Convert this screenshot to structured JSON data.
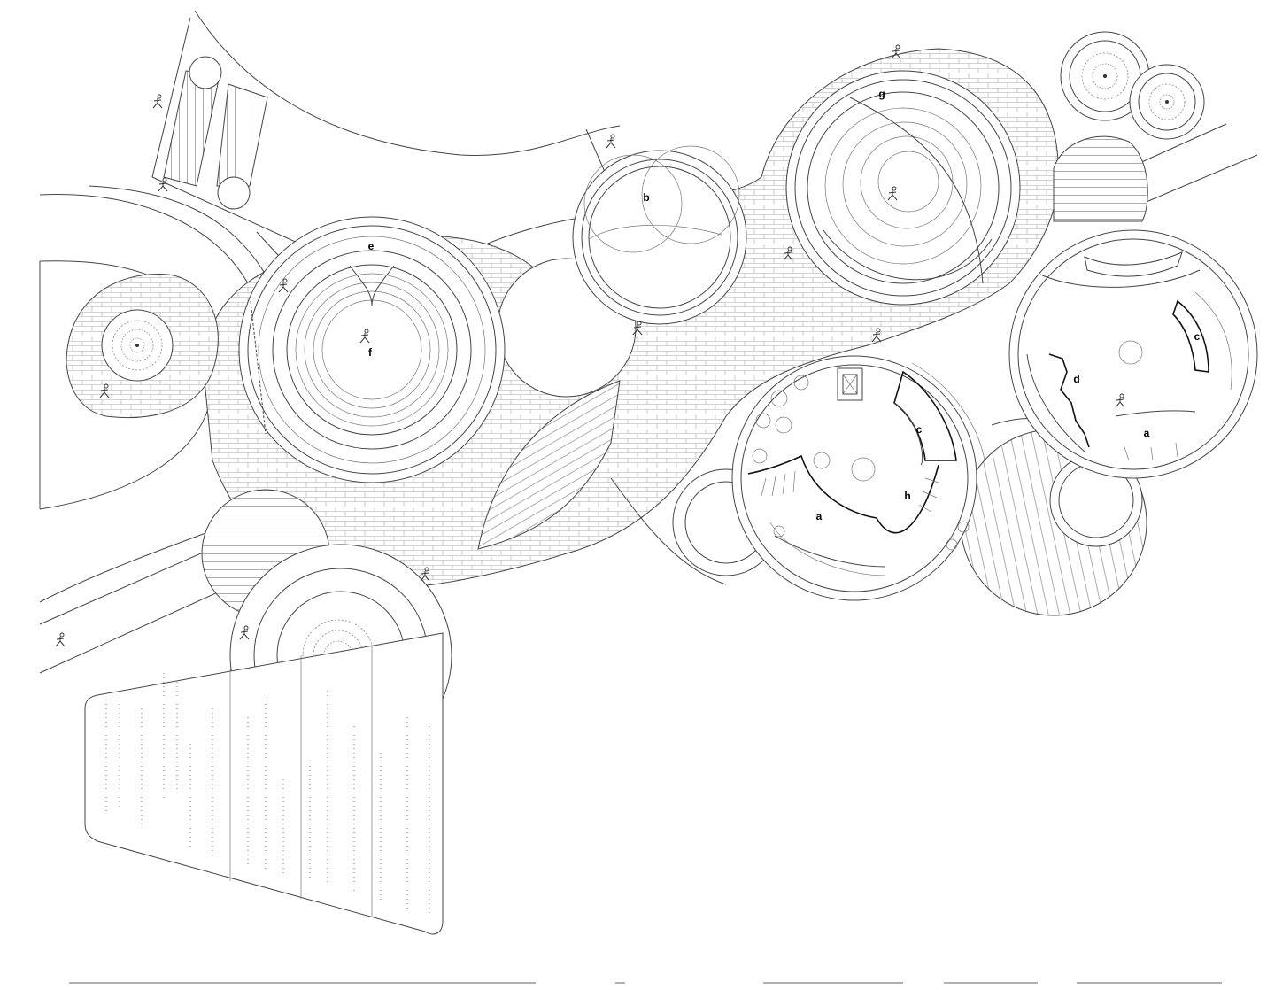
{
  "plan": {
    "labels": [
      {
        "id": "b",
        "text": "b"
      },
      {
        "id": "e",
        "text": "e"
      },
      {
        "id": "f",
        "text": "f"
      },
      {
        "id": "g",
        "text": "g"
      },
      {
        "id": "c1",
        "text": "c"
      },
      {
        "id": "c2",
        "text": "c"
      },
      {
        "id": "d",
        "text": "d"
      },
      {
        "id": "a1",
        "text": "a"
      },
      {
        "id": "a2",
        "text": "a"
      },
      {
        "id": "h",
        "text": "h"
      }
    ],
    "colors": {
      "line": "#444444",
      "paving": "#9a9a9a",
      "ink": "#111111",
      "background": "#ffffff"
    },
    "symbols": [
      "person-icon",
      "tree-planter-icon",
      "table-icon",
      "elevator-icon"
    ]
  }
}
